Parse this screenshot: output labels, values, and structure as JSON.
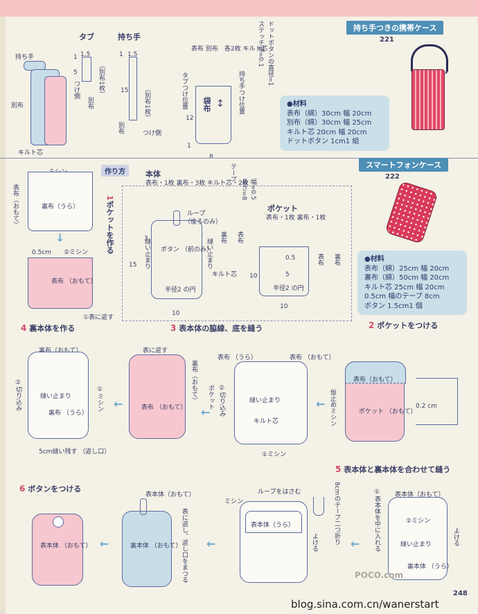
{
  "header": {
    "case_handle_title": "持ち手つきの携帯ケース",
    "smartphone_title": "スマートフォンケース",
    "num_221": "221",
    "num_222": "222",
    "page_number": "248",
    "watermark": "blog.sina.com.cn/wanerstart",
    "logo_text": "POCO.com"
  },
  "materials_221": {
    "title": "●材料",
    "lines": [
      "表布（綿）30cm 幅 20cm",
      "別布（綿）30cm 幅 25cm",
      "キルト芯 20cm 幅 20cm",
      "ドットボタン 1cm1 組"
    ]
  },
  "materials_222": {
    "title": "●材料",
    "lines": [
      "表布（綿）25cm 幅 20cm",
      "裏布（綿）50cm 幅 20cm",
      "キルト芯 25cm 幅 20cm",
      "0.5cm 幅のテープ 8cm",
      "ボタン 1.5cm1 個"
    ]
  },
  "top": {
    "tab_title": "タブ",
    "handle_title": "持ち手",
    "handle_label": "持ち手",
    "betsununo": "別布",
    "quilt": "キルト芯",
    "tab_n1": "1",
    "tab_n15": "1.5",
    "tab_n5": "5",
    "tab_betsu1": "（別布1枚）",
    "tab_tsukegawa": "つけ側",
    "tab_betsununo": "別布",
    "h_n1": "1",
    "h_n15": "1.5",
    "h_n15b": "15",
    "h_betsu1": "（別布1枚）",
    "h_tsukegawa": "つけ側",
    "h_betsununo": "別布",
    "bag_labels": "表布\n別布　各2枚\nキルト芯",
    "bag_main": "袋布",
    "tab_pos": "タブつけ位置",
    "handle_pos": "持ち手つけ位置",
    "n12": "12",
    "n8": "8",
    "n1": "1",
    "dot_note": "ドットボタンの直径=1",
    "stitch_note": "ステッチ幅=0.1"
  },
  "mid": {
    "tsukurikata": "作り方",
    "misin": "ミシン",
    "omote_label": "表布（おもて）",
    "ura_label": "裏布（うら）",
    "step1": "1",
    "step1_text": "ポケットを作る",
    "omote": "表布\n（おもて）",
    "cm05": "0.5cm",
    "misin2": "②ミシン",
    "kaesu": "①表に返す",
    "hontai": "本体",
    "hontai_list": "表布・1枚\n裏布・3枚\nキルト芯・2枚",
    "tape": "テープ",
    "tape_dims": "幅=0.5\n長さ=8",
    "loop": "ループ",
    "loop_after": "（後ろのみ）",
    "button": "ボタン\n（前のみ）",
    "nuidomari": "縫い止まり",
    "hankei": "半径2\nの円",
    "n10": "10",
    "n15": "15",
    "n3": "3",
    "omotenuno_v": "表布",
    "uranuno_v": "裏布",
    "quilt_v": "キルト芯",
    "pocket": "ポケット",
    "pocket_list": "表布・1枚\n裏布・1枚",
    "n05": "0.5",
    "n5": "5",
    "pocket_hankei": "半径2\nの円",
    "p_n10": "10",
    "p_n10b": "10",
    "p_omote": "表布",
    "p_ura": "裏布"
  },
  "steps": {
    "s4_num": "4",
    "s4": "裏本体を作る",
    "s3_num": "3",
    "s3": "表本体の脇線、底を縫う",
    "s2_num": "2",
    "s2": "ポケットをつける",
    "s5_num": "5",
    "s5": "表本体と裏本体を合わせて縫う",
    "s6_num": "6",
    "s6": "ボタンをつける"
  },
  "row4": {
    "ura_omote": "裏布（おもて）",
    "kirikomi": "②切り込み",
    "nuidomari": "縫い止まり",
    "ura_ura": "裏布\n（うら）",
    "misin1": "①ミシン",
    "nokoshi": "5cm縫い残す\n（返し口）",
    "kaesu": "表に返す",
    "omote_omote": "表布\n（おもて）",
    "uranuno_omote_v": "裏布（おもて）",
    "pocket_v": "ポケット",
    "omote_ura": "表布\n（うら）",
    "omote_omote2": "表布\n（おもて）",
    "kirikomi2": "②切り込み",
    "nuidomari2": "縫い止まり",
    "quilt": "キルト芯",
    "misin_b": "①ミシン",
    "r_omote_omote": "表布（おもて）",
    "karidome": "仮止めミシン",
    "pocket_omote": "ポケット\n（おもて）",
    "cm02": "0.2\ncm"
  },
  "row6": {
    "hontai_omote": "表本体\n（おもて）",
    "urahontai_omote": "裏本体\n（おもて）",
    "omote_top": "表本体（おもて）",
    "kaesu_v": "表に返し、返し口をまつる",
    "misin": "ミシン",
    "loop_hasamu": "ループをはさむ",
    "hontai_ura": "表本体（うら）",
    "yokeru": "よける",
    "tape_v": "8cmのテープ二つ折り",
    "omote_top2": "表本体（おもて）",
    "ireru_v": "①表本体を中に入れる",
    "misin2": "②ミシン",
    "nuidomari": "縫い止まり",
    "yokeru2": "よける",
    "urahontai_ura": "裏本体\n（うら）"
  }
}
